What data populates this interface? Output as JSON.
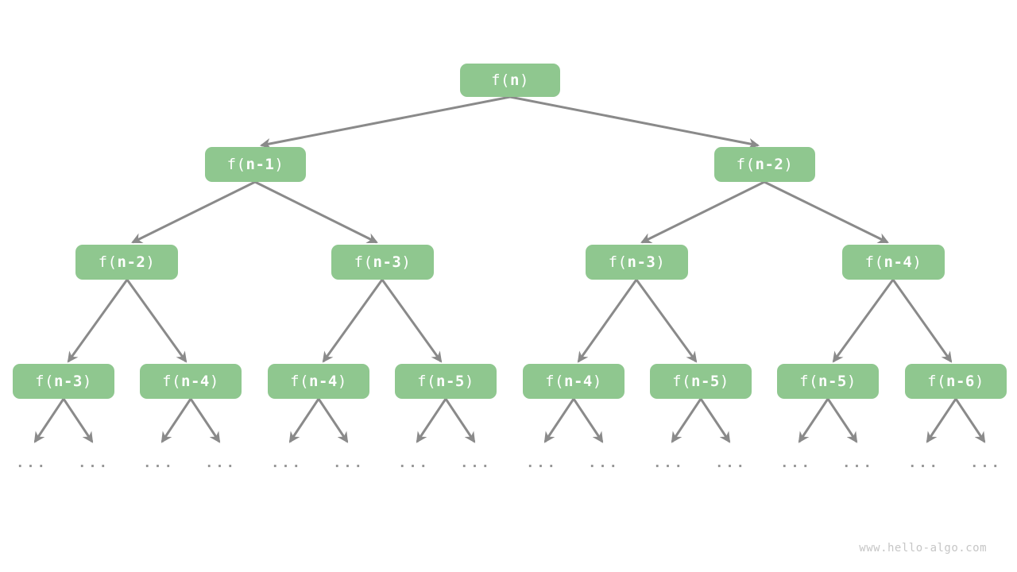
{
  "diagram": {
    "type": "recursion-tree",
    "node_fill": "#8FC78F",
    "node_text_color": "#FFFFFF",
    "arrow_color": "#8A8A8A",
    "ellipsis_color": "#969696",
    "watermark_color": "#C6C6C6",
    "root": {
      "prefix": "f(",
      "arg": "n",
      "suffix": ")"
    },
    "level2": [
      {
        "prefix": "f(",
        "arg": "n-1",
        "suffix": ")"
      },
      {
        "prefix": "f(",
        "arg": "n-2",
        "suffix": ")"
      }
    ],
    "level3": [
      {
        "prefix": "f(",
        "arg": "n-2",
        "suffix": ")"
      },
      {
        "prefix": "f(",
        "arg": "n-3",
        "suffix": ")"
      },
      {
        "prefix": "f(",
        "arg": "n-3",
        "suffix": ")"
      },
      {
        "prefix": "f(",
        "arg": "n-4",
        "suffix": ")"
      }
    ],
    "level4": [
      {
        "prefix": "f(",
        "arg": "n-3",
        "suffix": ")"
      },
      {
        "prefix": "f(",
        "arg": "n-4",
        "suffix": ")"
      },
      {
        "prefix": "f(",
        "arg": "n-4",
        "suffix": ")"
      },
      {
        "prefix": "f(",
        "arg": "n-5",
        "suffix": ")"
      },
      {
        "prefix": "f(",
        "arg": "n-4",
        "suffix": ")"
      },
      {
        "prefix": "f(",
        "arg": "n-5",
        "suffix": ")"
      },
      {
        "prefix": "f(",
        "arg": "n-5",
        "suffix": ")"
      },
      {
        "prefix": "f(",
        "arg": "n-6",
        "suffix": ")"
      }
    ],
    "ellipsis": "...",
    "watermark": "www.hello-algo.com"
  }
}
